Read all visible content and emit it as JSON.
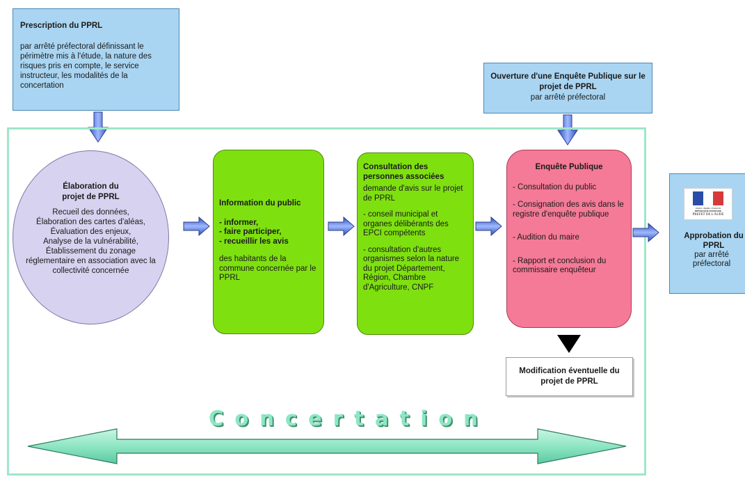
{
  "prescription": {
    "title": "Prescription du PPRL",
    "body": "par arrêté préfectoral définissant le périmètre mis à l'étude, la nature des risques pris en compte, le service instructeur, les modalités de la concertation"
  },
  "ouverture": {
    "title": "Ouverture d'une Enquête Publique sur le projet de PPRL",
    "subtitle": "par arrêté préfectoral"
  },
  "elaboration": {
    "title": "Élaboration du projet de PPRL",
    "items": [
      "Recueil des données,",
      "Élaboration des cartes d'aléas,",
      "Évaluation des enjeux,",
      "Analyse de la vulnérabilité,",
      "Établissement du zonage réglementaire en association avec la collectivité concernée"
    ]
  },
  "information": {
    "title": "Information du public",
    "items": [
      "- informer,",
      "- faire participer,",
      "- recueillir les avis"
    ],
    "footer": "des habitants de la commune concernée par le PPRL"
  },
  "consultation": {
    "title": "Consultation des personnes associées",
    "lines": [
      "demande d'avis sur le projet de PPRL",
      "- conseil municipal et organes délibérants des EPCI compétents",
      "- consultation d'autres organismes selon la nature du projet Département, Région, Chambre d'Agriculture, CNPF"
    ]
  },
  "enquete": {
    "title": "Enquête Publique",
    "items": [
      "- Consultation du public",
      "- Consignation des avis dans le registre d'enquête publique",
      "- Audition du maire",
      "- Rapport et conclusion du commissaire enquêteur"
    ]
  },
  "modification": {
    "text": "Modification éventuelle du projet de PPRL"
  },
  "approbation": {
    "title": "Approbation du PPRL",
    "subtitle": "par arrêté préfectoral",
    "logo": {
      "line1": "Liberté • Égalité • Fraternité",
      "line2": "RÉPUBLIQUE FRANÇAISE",
      "caption": "PREFET DE L'AUDE"
    }
  },
  "concertation": {
    "label": "Concertation"
  },
  "colors": {
    "blue_box": "#a9d5f2",
    "frame": "#9ee6c9",
    "circle": "#d7d2ef",
    "green": "#7fe010",
    "pink": "#f57a97",
    "arrow": "#4a6fd6",
    "concertation": "#8ee6c4"
  }
}
